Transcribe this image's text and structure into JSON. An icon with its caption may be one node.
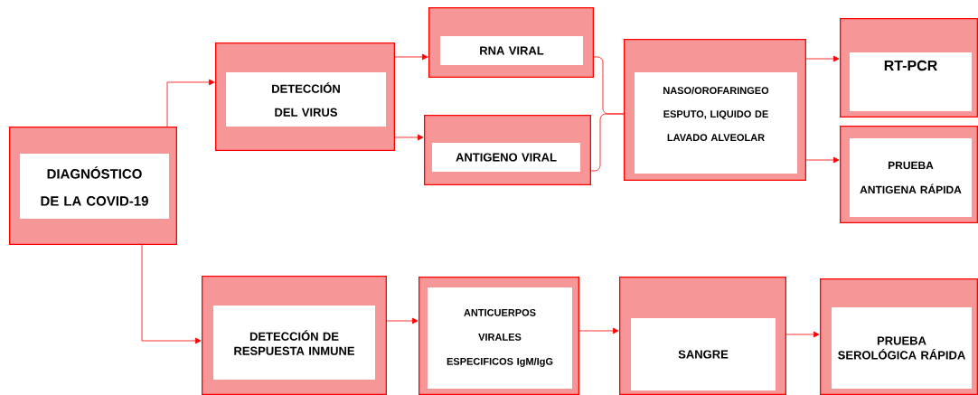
{
  "diagram": {
    "nodes": [
      {
        "text": [
          "DIAGNÓSTICO DE LA COVID-19"
        ]
      },
      {
        "text": [
          "DETECCIÓN DEL VIRUS"
        ]
      },
      {
        "text": [
          "RNA VIRAL"
        ]
      },
      {
        "text": [
          "ANTIGENO VIRAL"
        ]
      },
      {
        "text": [
          "NASO/OROFARINGEO ESPUTO, LIQUIDO DE LAVADO ALVEOLAR"
        ]
      },
      {
        "text": [
          "RT-PCR"
        ]
      },
      {
        "text": [
          "PRUEBA ANTIGENA RÁPIDA"
        ]
      },
      {
        "text": [
          "DETECCIÓN DE RESPUESTA INMUNE"
        ]
      },
      {
        "text": [
          "ANTICUERPOS VIRALES ESPECIFICOS IgM/IgG"
        ]
      },
      {
        "text": [
          "SANGRE"
        ]
      },
      {
        "text": [
          "PRUEBA SEROLÓGICA RÁPIDA"
        ]
      }
    ],
    "edges": [
      {
        "from": 0,
        "to": 1,
        "arrow": "to"
      },
      {
        "from": 1,
        "to": 2,
        "arrow": "to"
      },
      {
        "from": 1,
        "to": 3,
        "arrow": "to"
      },
      {
        "from": 2,
        "to": 4,
        "arrow": "none"
      },
      {
        "from": 3,
        "to": 4,
        "arrow": "none"
      },
      {
        "from": 4,
        "to": 5,
        "arrow": "to"
      },
      {
        "from": 4,
        "to": 6,
        "arrow": "to"
      },
      {
        "from": 0,
        "to": 7,
        "arrow": "to"
      },
      {
        "from": 7,
        "to": 8,
        "arrow": "to"
      },
      {
        "from": 8,
        "to": 9,
        "arrow": "to"
      },
      {
        "from": 9,
        "to": 10,
        "arrow": "to"
      }
    ]
  }
}
